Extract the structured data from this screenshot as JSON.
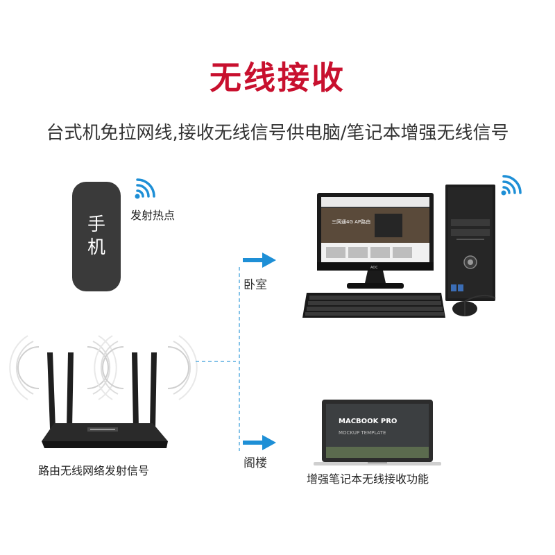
{
  "title": "无线接收",
  "subtitle": "台式机免拉网线,接收无线信号供电脑/笔记本增强无线信号",
  "phone": {
    "char1": "手",
    "char2": "机",
    "hotspot_label": "发射热点"
  },
  "router": {
    "label": "路由无线网络发射信号"
  },
  "branches": {
    "top_label": "卧室",
    "bottom_label": "阁楼"
  },
  "desktop": {
    "screen_banner": "三网通4G AP路由",
    "monitor_brand": "AOC"
  },
  "laptop": {
    "screen_title": "MACBOOK PRO",
    "screen_subtitle": "MOCKUP TEMPLATE",
    "label": "增强笔记本无线接收功能"
  },
  "colors": {
    "title": "#c8102e",
    "accent_blue": "#1e8fd6",
    "dashed_line": "#5aaee0",
    "phone_bg": "#3a3a3a"
  }
}
